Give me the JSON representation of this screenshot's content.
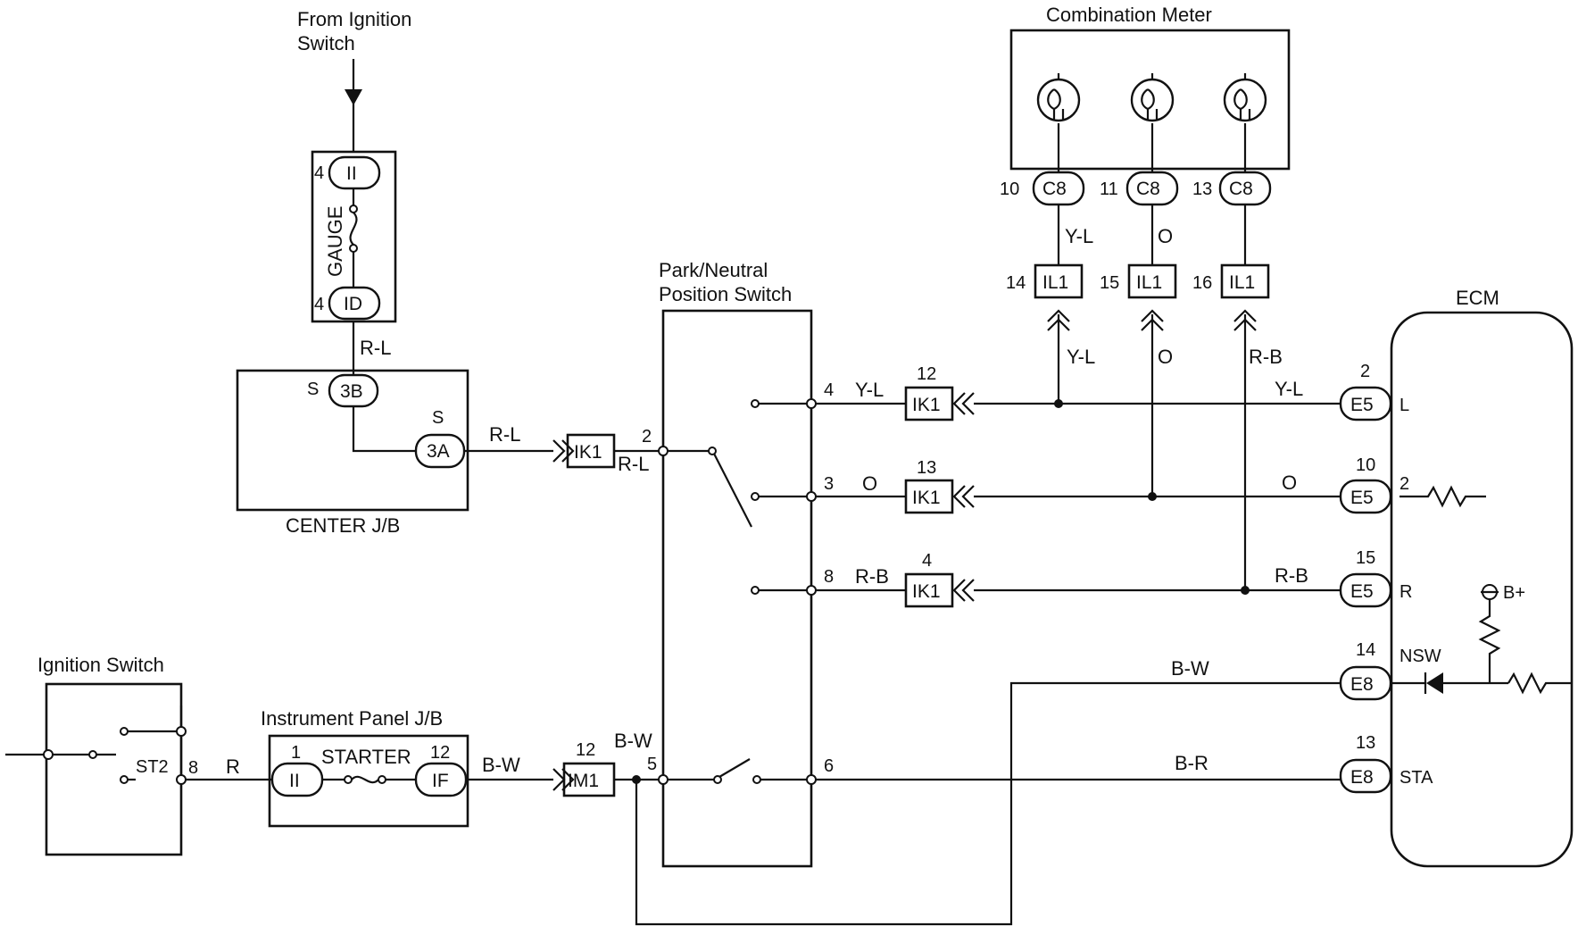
{
  "titles": {
    "from_ignition_1": "From Ignition",
    "from_ignition_2": "Switch",
    "combination_meter": "Combination Meter",
    "pn_switch_1": "Park/Neutral",
    "pn_switch_2": "Position Switch",
    "ecm": "ECM",
    "center_jb": "CENTER J/B",
    "ignition_switch": "Ignition Switch",
    "instrument_panel_jb": "Instrument Panel J/B",
    "gauge_fuse": "GAUGE",
    "starter_fuse": "STARTER"
  },
  "connectors": {
    "ii_top": "II",
    "id": "ID",
    "c3b": "3B",
    "c3a": "3A",
    "c8": "C8",
    "il1": "IL1",
    "ik1": "IK1",
    "e5": "E5",
    "e8": "E8",
    "im1": "IM1",
    "ii_panel": "II",
    "if": "IF"
  },
  "pins": {
    "ii_top": "4",
    "id": "4",
    "c3b": "S",
    "c3a": "S",
    "c8_a": "10",
    "c8_b": "11",
    "c8_c": "13",
    "il1_a": "14",
    "il1_b": "15",
    "il1_c": "16",
    "ik1_in": "2",
    "ik1_a": "12",
    "ik1_b": "13",
    "ik1_c": "4",
    "sw_4": "4",
    "sw_3": "3",
    "sw_8": "8",
    "sw_5": "5",
    "sw_6": "6",
    "e5_a": "2",
    "e5_b": "10",
    "e5_c": "15",
    "e8_a": "14",
    "e8_b": "13",
    "ign_8": "8",
    "jb_1": "1",
    "jb_12": "12",
    "im1": "12"
  },
  "wires": {
    "rl_top": "R-L",
    "rl_mid": "R-L",
    "rl_sw": "R-L",
    "yl_meter": "Y-L",
    "o_meter": "O",
    "yl_il": "Y-L",
    "o_il": "O",
    "rb_il": "R-B",
    "yl_sw": "Y-L",
    "o_sw": "O",
    "rb_sw": "R-B",
    "yl_ecm": "Y-L",
    "o_ecm": "O",
    "rb_ecm": "R-B",
    "bw_ecm": "B-W",
    "br_ecm": "B-R",
    "r_ign": "R",
    "bw_jb": "B-W",
    "bw_sw": "B-W"
  },
  "ecm_terms": {
    "l": "L",
    "two": "2",
    "r": "R",
    "nsw": "NSW",
    "sta": "STA",
    "bplus": "B+"
  },
  "ignition": {
    "st2": "ST2"
  }
}
